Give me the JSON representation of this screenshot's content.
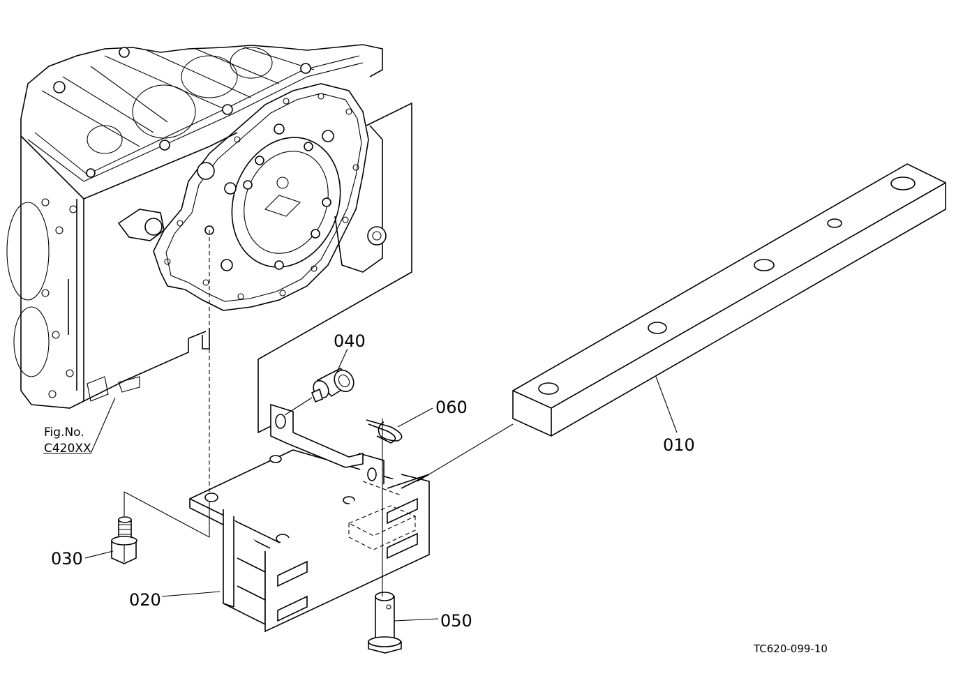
{
  "callouts": {
    "p010": "010",
    "p020": "020",
    "p030": "030",
    "p040": "040",
    "p050": "050",
    "p060": "060"
  },
  "figure_ref": {
    "line1": "Fig.No.",
    "line2": "C420XX"
  },
  "drawing_code": "TC620-099-10"
}
